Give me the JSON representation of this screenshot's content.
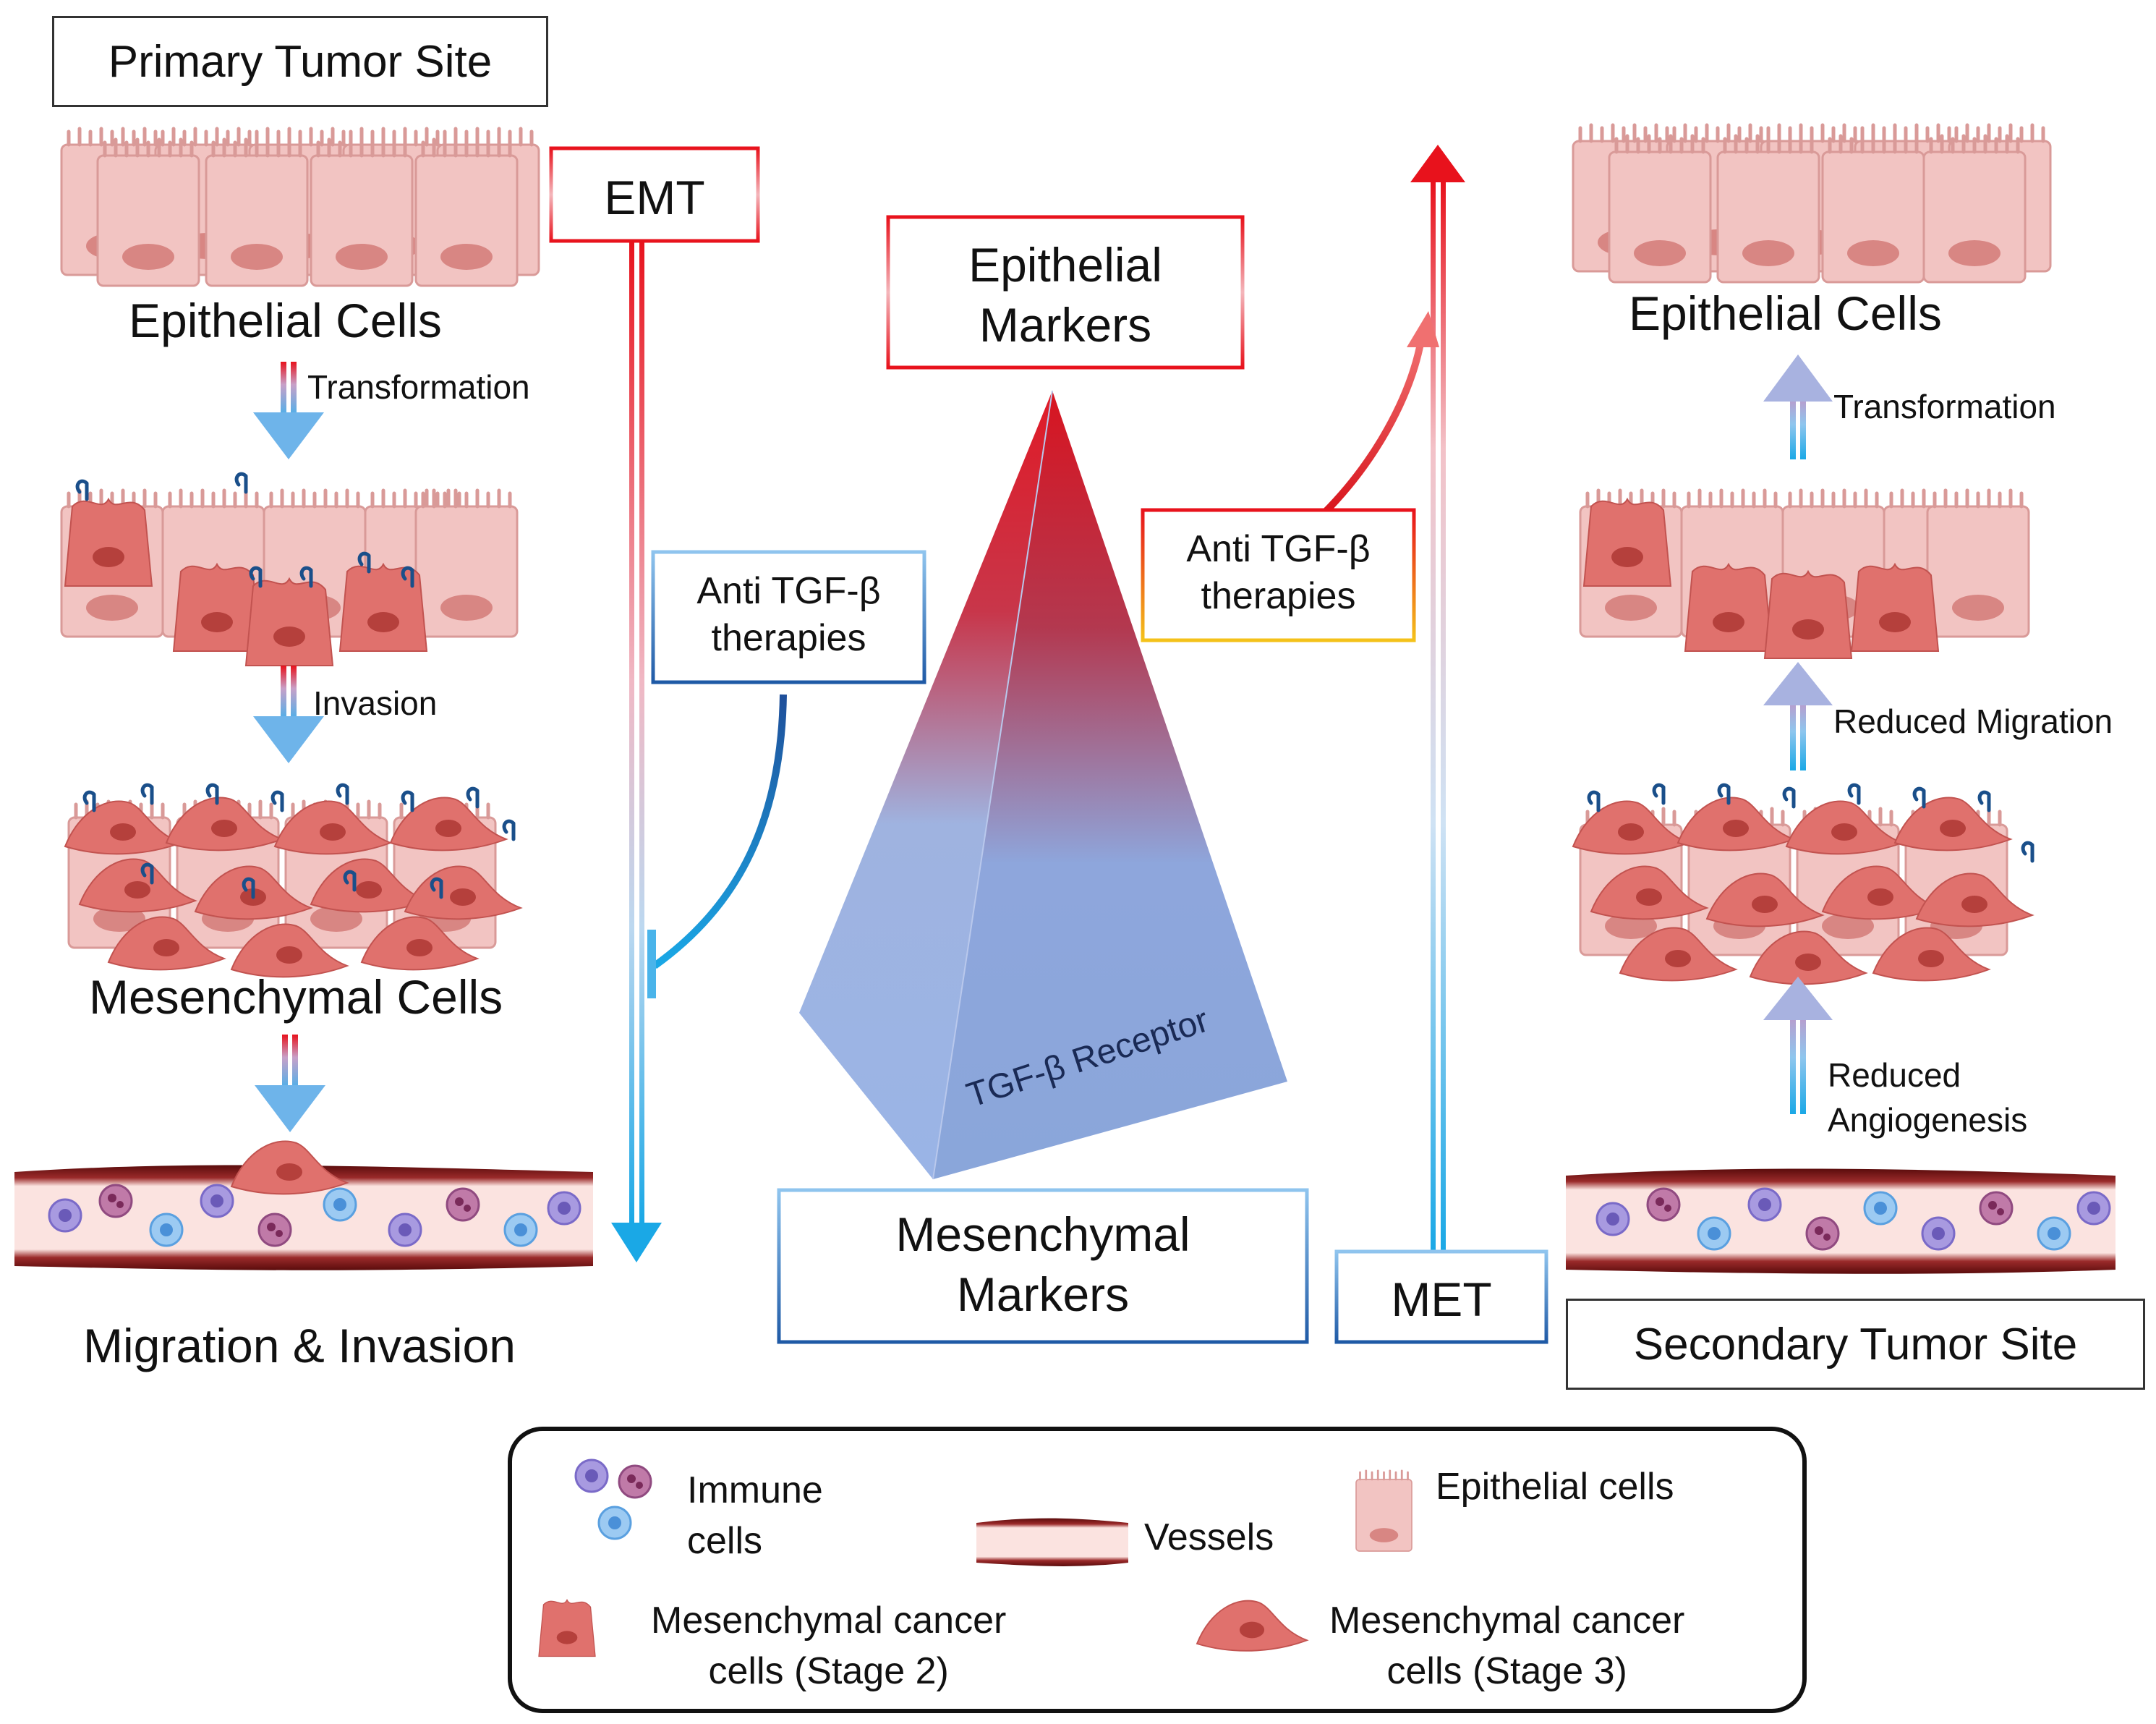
{
  "left": {
    "site_label": "Primary Tumor Site",
    "stage1_label": "Epithelial Cells",
    "step1_label": "Transformation",
    "step2_label": "Invasion",
    "stage3_label": "Mesenchymal Cells",
    "stage4_label": "Migration & Invasion"
  },
  "right": {
    "site_label": "Secondary Tumor Site",
    "stage1_label": "Epithelial Cells",
    "step1_label": "Transformation",
    "step2_label": "Reduced Migration",
    "step3_label_line1": "Reduced",
    "step3_label_line2": "Angiogenesis"
  },
  "center": {
    "emt_label": "EMT",
    "met_label": "MET",
    "epithelial_markers_line1": "Epithelial",
    "epithelial_markers_line2": "Markers",
    "mesenchymal_markers_line1": "Mesenchymal",
    "mesenchymal_markers_line2": "Markers",
    "pyramid_label": "TGF-β Receptor",
    "therapy_left_line1": "Anti TGF-β",
    "therapy_left_line2": "therapies",
    "therapy_right_line1": "Anti TGF-β",
    "therapy_right_line2": "therapies"
  },
  "legend": {
    "immune_line1": "Immune",
    "immune_line2": "cells",
    "vessels": "Vessels",
    "epithelial": "Epithelial cells",
    "mes2_line1": "Mesenchymal cancer",
    "mes2_line2": "cells (Stage 2)",
    "mes3_line1": "Mesenchymal cancer",
    "mes3_line2": "cells (Stage 3)"
  },
  "colors": {
    "red": "#e8121c",
    "blue": "#1a9fe0",
    "dark_blue": "#1f5aa6",
    "cell_fill": "#f2c4c2",
    "mes_fill": "#e0716d",
    "vessel_wall": "#7a1414"
  }
}
